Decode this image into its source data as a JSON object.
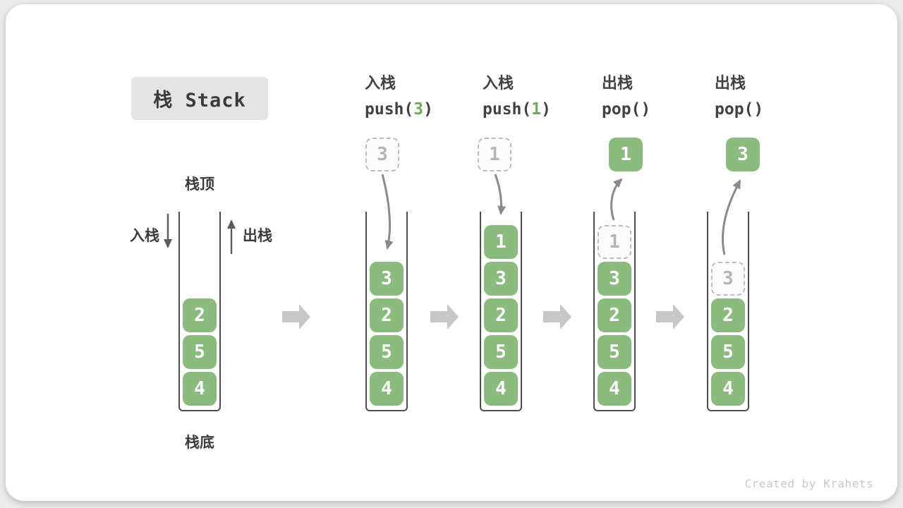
{
  "title": "栈 Stack",
  "side_labels": {
    "top": "栈顶",
    "bottom": "栈底",
    "push": "入栈",
    "pop": "出栈"
  },
  "operations": [
    {
      "zh": "入栈",
      "fn": "push(",
      "arg": "3",
      "close": ")"
    },
    {
      "zh": "入栈",
      "fn": "push(",
      "arg": "1",
      "close": ")"
    },
    {
      "zh": "出栈",
      "fn": "pop(",
      "arg": "",
      "close": ")"
    },
    {
      "zh": "出栈",
      "fn": "pop(",
      "arg": "",
      "close": ")"
    }
  ],
  "stacks": [
    {
      "cells": [
        {
          "value": "2"
        },
        {
          "value": "5"
        },
        {
          "value": "4"
        }
      ]
    },
    {
      "floating": {
        "value": "3",
        "style": "dashed"
      },
      "cells": [
        {
          "value": "3"
        },
        {
          "value": "2"
        },
        {
          "value": "5"
        },
        {
          "value": "4"
        }
      ]
    },
    {
      "floating": {
        "value": "1",
        "style": "dashed"
      },
      "cells": [
        {
          "value": "1"
        },
        {
          "value": "3"
        },
        {
          "value": "2"
        },
        {
          "value": "5"
        },
        {
          "value": "4"
        }
      ]
    },
    {
      "floating": {
        "value": "1",
        "style": "solid"
      },
      "ghost": {
        "value": "1"
      },
      "cells": [
        {
          "value": "3"
        },
        {
          "value": "2"
        },
        {
          "value": "5"
        },
        {
          "value": "4"
        }
      ]
    },
    {
      "floating": {
        "value": "3",
        "style": "solid"
      },
      "ghost": {
        "value": "3"
      },
      "cells": [
        {
          "value": "2"
        },
        {
          "value": "5"
        },
        {
          "value": "4"
        }
      ]
    }
  ],
  "watermark": "Created by Krahets",
  "colors": {
    "box_green": "#8cbb80",
    "arg_green": "#6fa95f",
    "curved_arrow": "#8a8a8a",
    "flow_arrow": "#c7c7c7",
    "dashed_border": "#bdbdbd",
    "text_dark": "#3c3c3c",
    "title_bg": "#e4e4e4"
  }
}
